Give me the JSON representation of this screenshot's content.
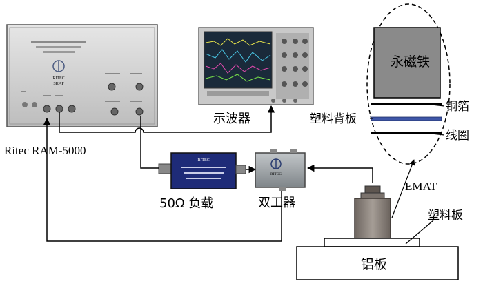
{
  "labels": {
    "ritec_system": "Ritec RAM-5000",
    "oscilloscope": "示波器",
    "load": "50Ω 负载",
    "diplexer": "双工器",
    "emat": "EMAT",
    "plastic_plate": "塑料板",
    "aluminum_plate": "铝板",
    "magnet": "永磁铁",
    "copper_foil": "铜箔",
    "plastic_backing": "塑料背板",
    "coil": "线圈"
  },
  "device_text": {
    "ritec_brand": "RITEC",
    "ritec_model": "SKAP",
    "load_brand": "RITEC",
    "diplexer_brand": "RITEC"
  },
  "colors": {
    "line": "#000000",
    "magnet_fill": "#8a8a8a",
    "backing_fill": "#3f57a8",
    "ritec_panel": "#d8d8d8",
    "load_body": "#1e2b78",
    "diplexer_body": "#9da2a6",
    "emat_body": "#8c8580",
    "scope_screen": "#1a2a3a"
  }
}
